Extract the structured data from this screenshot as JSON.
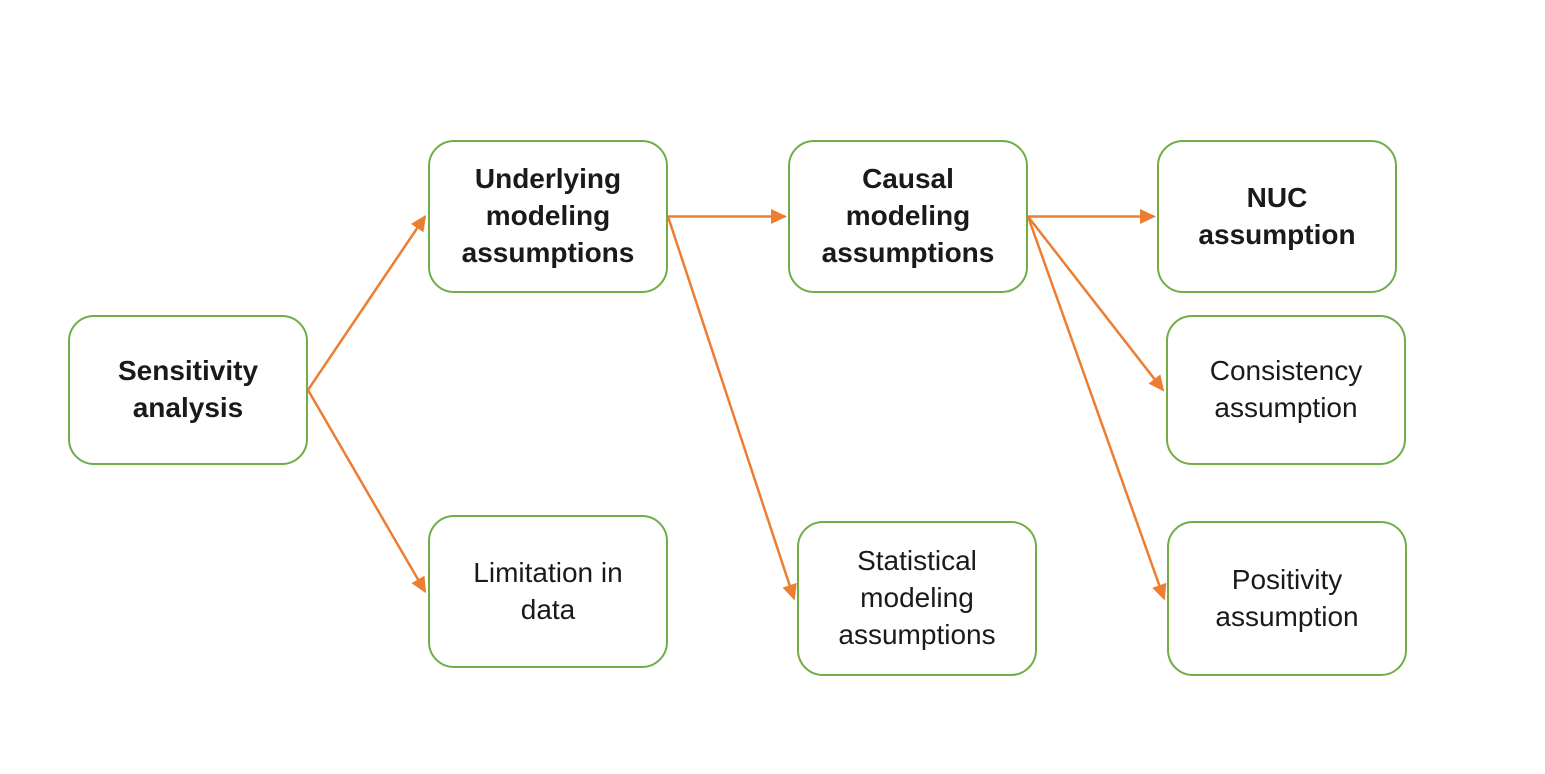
{
  "colors": {
    "box_border_green": "#70AD47",
    "arrow_orange": "#ED7D31",
    "text": "#1a1a1a",
    "background": "#ffffff"
  },
  "diagram": {
    "type": "flowchart",
    "nodes": [
      {
        "id": "sensitivity",
        "label": "Sensitivity\nanalysis",
        "bold": true
      },
      {
        "id": "underlying",
        "label": "Underlying\nmodeling\nassumptions",
        "bold": true
      },
      {
        "id": "causal",
        "label": "Causal\nmodeling\nassumptions",
        "bold": true
      },
      {
        "id": "nuc",
        "label": "NUC\nassumption",
        "bold": true
      },
      {
        "id": "limitation",
        "label": "Limitation in\ndata",
        "bold": false
      },
      {
        "id": "statistical",
        "label": "Statistical\nmodeling\nassumptions",
        "bold": false
      },
      {
        "id": "consistency",
        "label": "Consistency\nassumption",
        "bold": false
      },
      {
        "id": "positivity",
        "label": "Positivity\nassumption",
        "bold": false
      }
    ],
    "edges": [
      {
        "from": "sensitivity",
        "to": "underlying"
      },
      {
        "from": "sensitivity",
        "to": "limitation"
      },
      {
        "from": "underlying",
        "to": "causal"
      },
      {
        "from": "underlying",
        "to": "statistical"
      },
      {
        "from": "causal",
        "to": "nuc"
      },
      {
        "from": "causal",
        "to": "consistency"
      },
      {
        "from": "causal",
        "to": "positivity"
      }
    ]
  }
}
